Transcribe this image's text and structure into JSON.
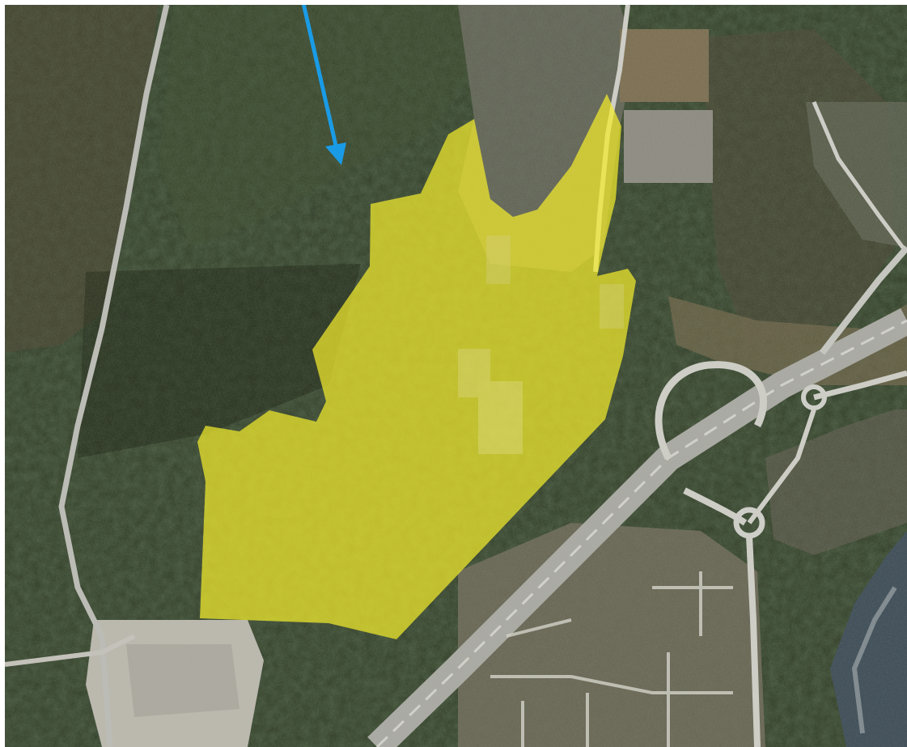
{
  "map": {
    "imagery": "aerial-orthophoto",
    "land_cover": [
      "forest",
      "industrial-site",
      "highway-interchange",
      "residential-area",
      "river",
      "gravel-quarry"
    ],
    "highlight": {
      "label": "",
      "fill": "#f2ec2c",
      "fill_opacity": 0.72
    },
    "pointer_arrow": {
      "color": "#1a9be6",
      "icon": "arrow-down-icon"
    },
    "colors": {
      "forest_dark": "#1f2a1a",
      "forest_mid": "#34432a",
      "clearing": "#7a6e52",
      "road": "#c9c9c4",
      "river": "#3a4a52",
      "quarry": "#bdbab2"
    }
  }
}
